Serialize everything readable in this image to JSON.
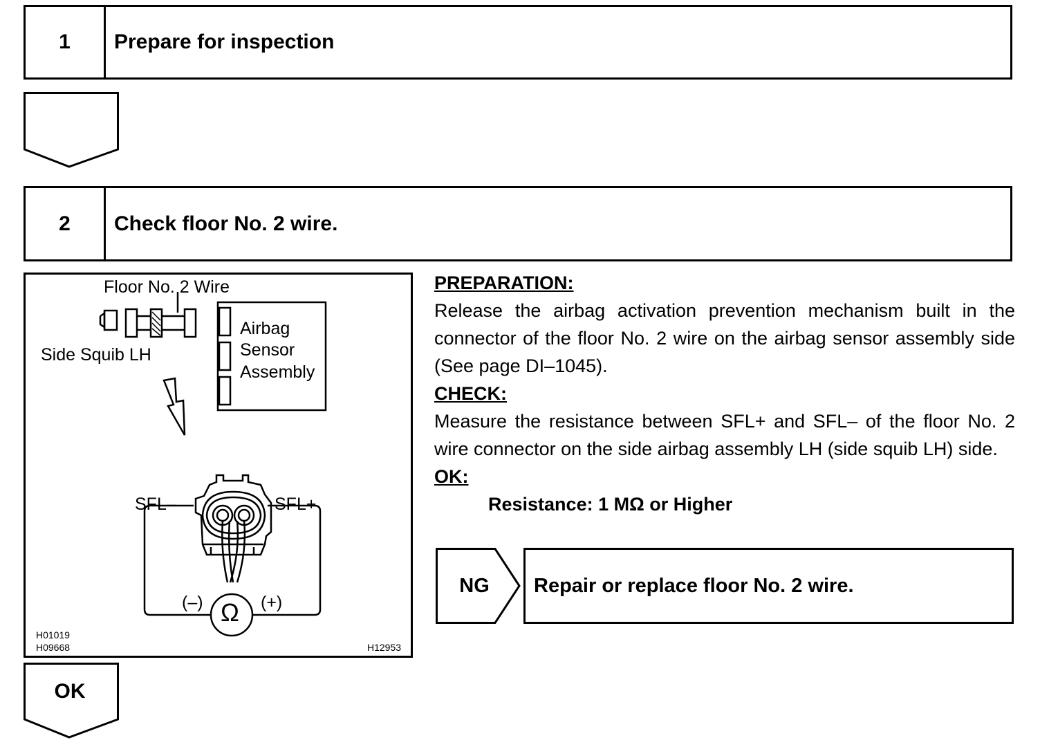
{
  "step1": {
    "number": "1",
    "title": "Prepare for inspection"
  },
  "step2": {
    "number": "2",
    "title": "Check floor No. 2 wire."
  },
  "figure": {
    "label_wire": "Floor No. 2 Wire",
    "label_squib": "Side Squib LH",
    "label_sensor_1": "Airbag",
    "label_sensor_2": "Sensor",
    "label_sensor_3": "Assembly",
    "label_sfl_minus": "SFL–",
    "label_sfl_plus": "SFL+",
    "label_neg": "(–)",
    "label_pos": "(+)",
    "ohm_symbol": "Ω",
    "code_1": "H01019",
    "code_2": "H09668",
    "code_3": "H12953"
  },
  "text": {
    "preparation_heading": "PREPARATION:",
    "preparation_body": "Release the airbag activation prevention mechanism built in the connector of the floor No. 2 wire on the airbag sensor assembly side (See page DI–1045).",
    "check_heading": "CHECK:",
    "check_body": "Measure the resistance between SFL+ and SFL– of the floor No. 2 wire connector on the side airbag assembly LH (side squib LH) side.",
    "ok_heading": "OK:",
    "spec": "Resistance: 1 MΩ or Higher"
  },
  "ng": {
    "label": "NG",
    "action": "Repair or replace floor No. 2 wire."
  },
  "ok_arrow": {
    "label": "OK"
  }
}
